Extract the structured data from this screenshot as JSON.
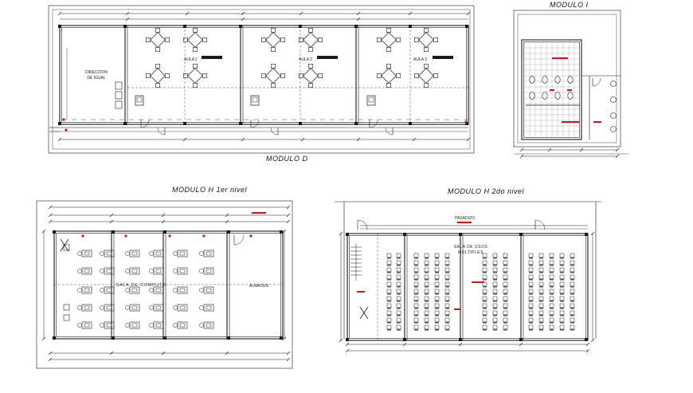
{
  "titles": {
    "modulo_d": "MODULO D",
    "modulo_i": "MODULO I",
    "modulo_h_1": "MODULO H 1er nivel",
    "modulo_h_2": "MODULO H 2do nivel"
  },
  "rooms": {
    "direccion_line1": "DIRECCION",
    "direccion_line2": "DE IGUAL",
    "aula_1": "AULA 1",
    "aula_2": "AULA 2",
    "aula_3": "AULA 3",
    "sala_computo": "SALA DE COMPUTO",
    "almacen": "ALMACEN",
    "sala_usos_line1": "SALA DE USOS",
    "sala_usos_line2": "MULTIPLES",
    "pasadizo": "PASADIZO"
  },
  "colors": {
    "line": "#1a1a1a",
    "accent": "#b22222",
    "hatch": "#888888"
  }
}
